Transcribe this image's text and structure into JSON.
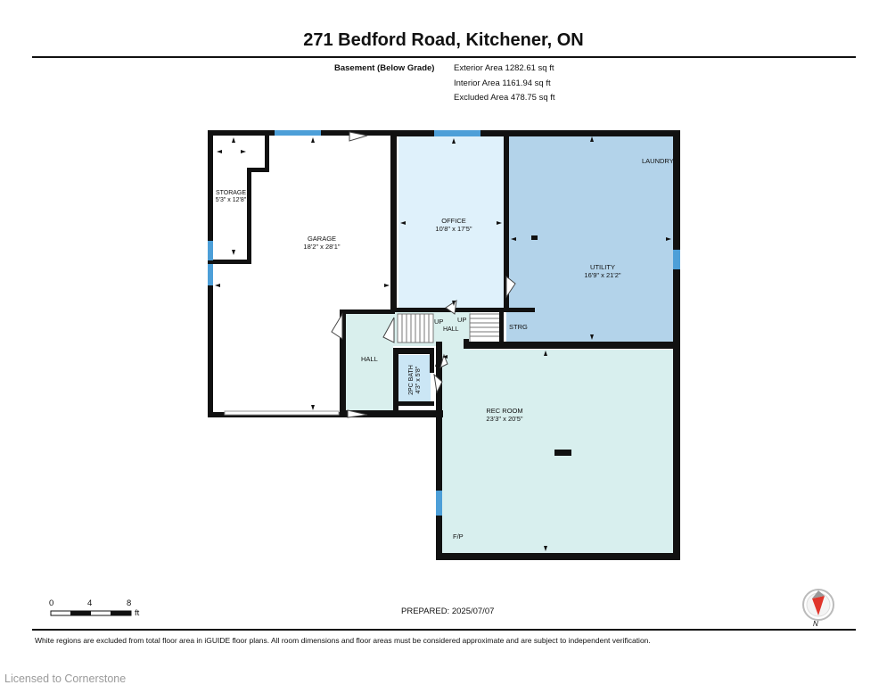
{
  "header": {
    "title": "271 Bedford Road, Kitchener, ON"
  },
  "summary": {
    "level_label": "Basement (Below Grade)",
    "exterior": "Exterior Area 1282.61 sq ft",
    "interior": "Interior Area 1161.94 sq ft",
    "excluded": "Excluded Area 478.75 sq ft"
  },
  "rooms": {
    "storage": {
      "name": "STORAGE",
      "dims": "5'3\" x 12'8\""
    },
    "garage": {
      "name": "GARAGE",
      "dims": "18'2\" x 28'1\""
    },
    "office": {
      "name": "OFFICE",
      "dims": "10'8\" x 17'5\""
    },
    "laundry": {
      "name": "LAUNDRY"
    },
    "utility": {
      "name": "UTILITY",
      "dims": "16'9\" x 21'2\""
    },
    "up1": "UP",
    "up2": "UP",
    "hall_small": "HALL",
    "strg": "STRG",
    "hall": "HALL",
    "bath": {
      "name": "2PC BATH",
      "dims": "4'3\" x 5'8\""
    },
    "rec": {
      "name": "REC ROOM",
      "dims": "23'3\" x 20'5\""
    },
    "fp": "F/P"
  },
  "scale": {
    "n0": "0",
    "n4": "4",
    "n8": "8",
    "unit": "ft"
  },
  "prepared": "PREPARED: 2025/07/07",
  "compass": {
    "label": "N"
  },
  "footnote": "White regions are excluded from total floor area in iGUIDE floor plans. All room dimensions and floor areas must be considered approximate and are subject to independent verification.",
  "watermark": "Licensed to Cornerstone",
  "colors": {
    "office": "#dff1fb",
    "utility": "#b3d3ea",
    "hall": "#d9efed",
    "rec": "#d8efee",
    "bath": "#cbe6f5",
    "window": "#4d9fd8",
    "wall": "#111111"
  }
}
